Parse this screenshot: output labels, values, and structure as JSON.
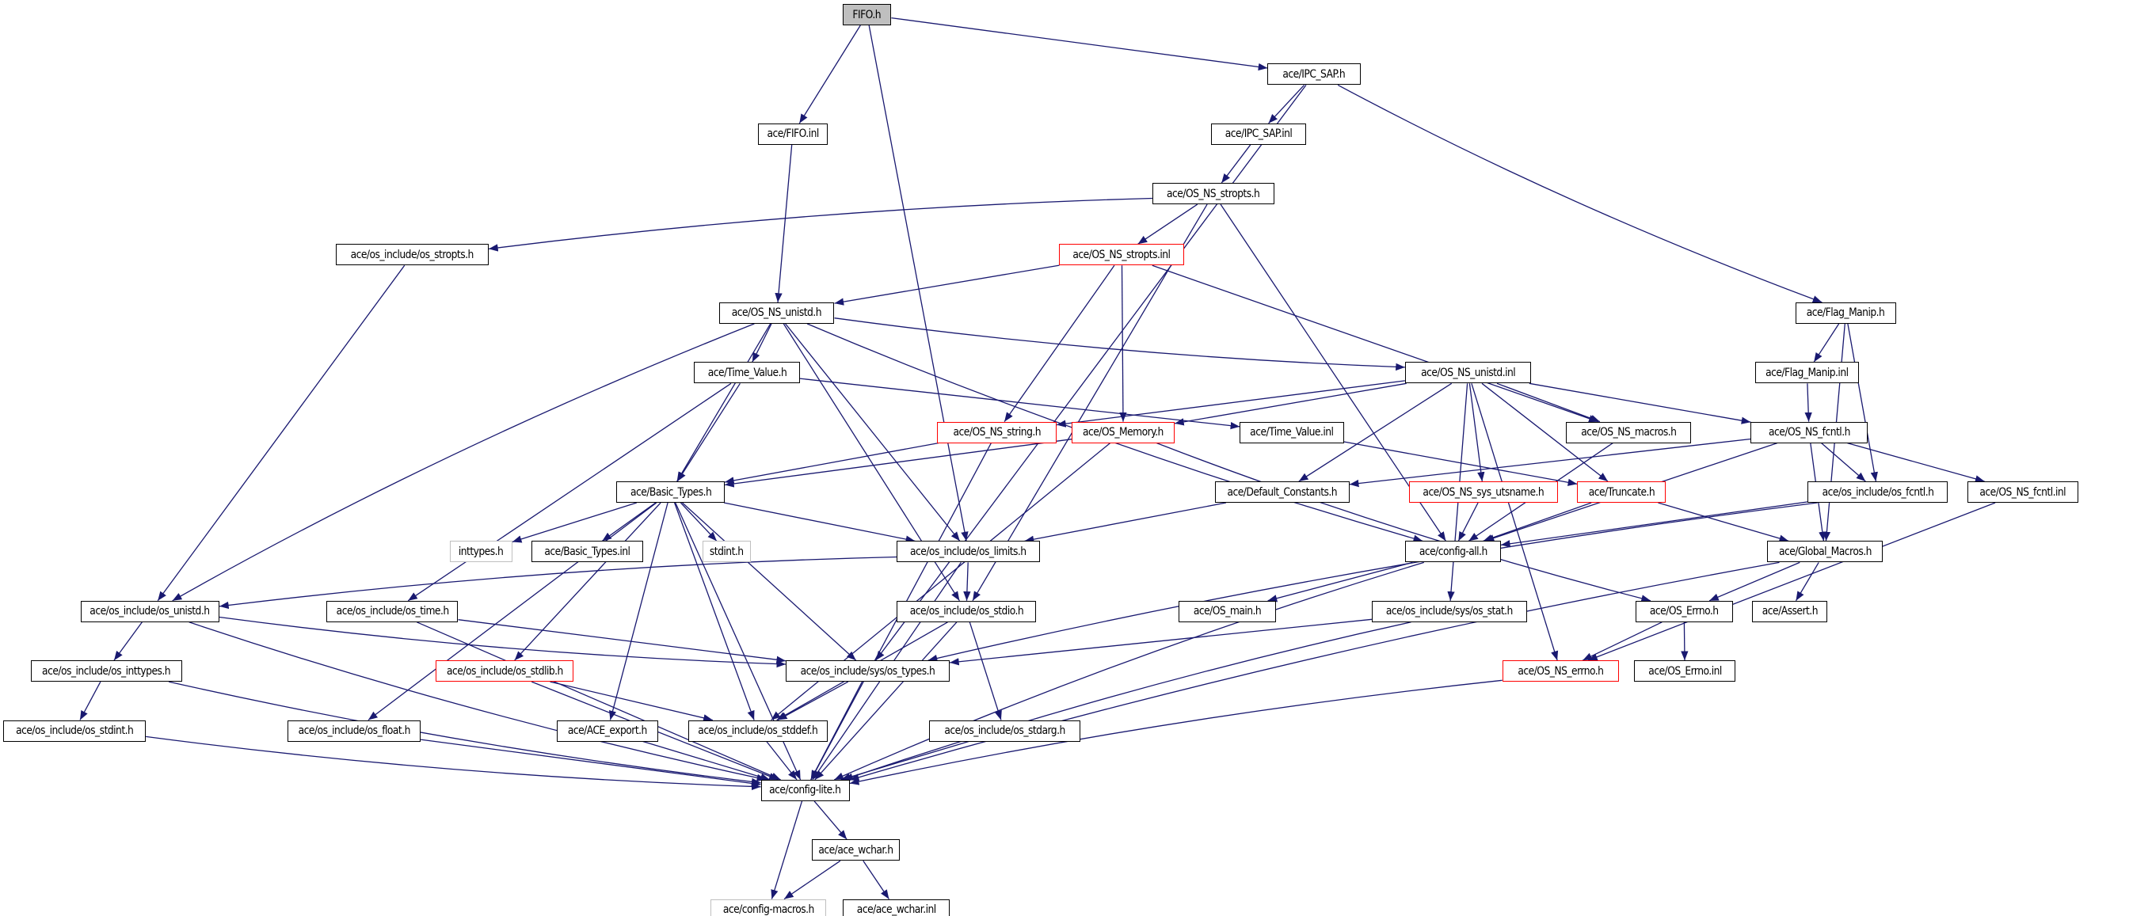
{
  "title": "FIFO.h include dependency graph",
  "colors": {
    "edge": "#191970",
    "normal_border": "#000000",
    "undocumented_border": "#ff0000",
    "external_border": "#bfbfbf",
    "root_fill": "#bfbfbf"
  },
  "nodes": [
    {
      "id": "fifo_h",
      "label": "FIFO.h",
      "kind": "root"
    },
    {
      "id": "ipc_sap_h",
      "label": "ace/IPC_SAP.h",
      "kind": "normal"
    },
    {
      "id": "fifo_inl",
      "label": "ace/FIFO.inl",
      "kind": "normal"
    },
    {
      "id": "ipc_sap_inl",
      "label": "ace/IPC_SAP.inl",
      "kind": "normal"
    },
    {
      "id": "os_ns_stropts_h",
      "label": "ace/OS_NS_stropts.h",
      "kind": "normal"
    },
    {
      "id": "os_stropts_h",
      "label": "ace/os_include/os_stropts.h",
      "kind": "normal"
    },
    {
      "id": "os_ns_stropts_inl",
      "label": "ace/OS_NS_stropts.inl",
      "kind": "red"
    },
    {
      "id": "os_ns_unistd_h",
      "label": "ace/OS_NS_unistd.h",
      "kind": "normal"
    },
    {
      "id": "flag_manip_h",
      "label": "ace/Flag_Manip.h",
      "kind": "normal"
    },
    {
      "id": "time_value_h",
      "label": "ace/Time_Value.h",
      "kind": "normal"
    },
    {
      "id": "os_ns_unistd_inl",
      "label": "ace/OS_NS_unistd.inl",
      "kind": "normal"
    },
    {
      "id": "flag_manip_inl",
      "label": "ace/Flag_Manip.inl",
      "kind": "normal"
    },
    {
      "id": "os_ns_string_h",
      "label": "ace/OS_NS_string.h",
      "kind": "red"
    },
    {
      "id": "os_memory_h",
      "label": "ace/OS_Memory.h",
      "kind": "red"
    },
    {
      "id": "time_value_inl",
      "label": "ace/Time_Value.inl",
      "kind": "normal"
    },
    {
      "id": "os_ns_macros_h",
      "label": "ace/OS_NS_macros.h",
      "kind": "normal"
    },
    {
      "id": "os_ns_fcntl_h",
      "label": "ace/OS_NS_fcntl.h",
      "kind": "normal"
    },
    {
      "id": "basic_types_h",
      "label": "ace/Basic_Types.h",
      "kind": "normal"
    },
    {
      "id": "default_constants_h",
      "label": "ace/Default_Constants.h",
      "kind": "normal"
    },
    {
      "id": "os_ns_sys_utsname_h",
      "label": "ace/OS_NS_sys_utsname.h",
      "kind": "red"
    },
    {
      "id": "truncate_h",
      "label": "ace/Truncate.h",
      "kind": "red"
    },
    {
      "id": "os_fcntl_h",
      "label": "ace/os_include/os_fcntl.h",
      "kind": "normal"
    },
    {
      "id": "os_ns_fcntl_inl",
      "label": "ace/OS_NS_fcntl.inl",
      "kind": "normal"
    },
    {
      "id": "inttypes_h",
      "label": "inttypes.h",
      "kind": "gray"
    },
    {
      "id": "basic_types_inl",
      "label": "ace/Basic_Types.inl",
      "kind": "normal"
    },
    {
      "id": "stdint_h",
      "label": "stdint.h",
      "kind": "gray"
    },
    {
      "id": "os_limits_h",
      "label": "ace/os_include/os_limits.h",
      "kind": "normal"
    },
    {
      "id": "config_all_h",
      "label": "ace/config-all.h",
      "kind": "normal"
    },
    {
      "id": "global_macros_h",
      "label": "ace/Global_Macros.h",
      "kind": "normal"
    },
    {
      "id": "os_unistd_h",
      "label": "ace/os_include/os_unistd.h",
      "kind": "normal"
    },
    {
      "id": "os_time_h",
      "label": "ace/os_include/os_time.h",
      "kind": "normal"
    },
    {
      "id": "os_stdio_h",
      "label": "ace/os_include/os_stdio.h",
      "kind": "normal"
    },
    {
      "id": "os_main_h",
      "label": "ace/OS_main.h",
      "kind": "normal"
    },
    {
      "id": "os_stat_h",
      "label": "ace/os_include/sys/os_stat.h",
      "kind": "normal"
    },
    {
      "id": "os_errno_h",
      "label": "ace/OS_Errno.h",
      "kind": "normal"
    },
    {
      "id": "assert_h",
      "label": "ace/Assert.h",
      "kind": "normal"
    },
    {
      "id": "os_inttypes_h",
      "label": "ace/os_include/os_inttypes.h",
      "kind": "normal"
    },
    {
      "id": "os_stdlib_h",
      "label": "ace/os_include/os_stdlib.h",
      "kind": "red"
    },
    {
      "id": "os_types_h",
      "label": "ace/os_include/sys/os_types.h",
      "kind": "normal"
    },
    {
      "id": "os_ns_errno_h",
      "label": "ace/OS_NS_errno.h",
      "kind": "red"
    },
    {
      "id": "os_errno_inl",
      "label": "ace/OS_Errno.inl",
      "kind": "normal"
    },
    {
      "id": "os_stdint_h",
      "label": "ace/os_include/os_stdint.h",
      "kind": "normal"
    },
    {
      "id": "os_float_h",
      "label": "ace/os_include/os_float.h",
      "kind": "normal"
    },
    {
      "id": "ace_export_h",
      "label": "ace/ACE_export.h",
      "kind": "normal"
    },
    {
      "id": "os_stddef_h",
      "label": "ace/os_include/os_stddef.h",
      "kind": "normal"
    },
    {
      "id": "os_stdarg_h",
      "label": "ace/os_include/os_stdarg.h",
      "kind": "normal"
    },
    {
      "id": "config_lite_h",
      "label": "ace/config-lite.h",
      "kind": "normal"
    },
    {
      "id": "ace_wchar_h",
      "label": "ace/ace_wchar.h",
      "kind": "normal"
    },
    {
      "id": "config_macros_h",
      "label": "ace/config-macros.h",
      "kind": "gray"
    },
    {
      "id": "ace_wchar_inl",
      "label": "ace/ace_wchar.inl",
      "kind": "normal"
    }
  ],
  "edges": [
    [
      "fifo_h",
      "ipc_sap_h"
    ],
    [
      "fifo_h",
      "fifo_inl"
    ],
    [
      "fifo_h",
      "os_limits_h"
    ],
    [
      "ipc_sap_h",
      "ipc_sap_inl"
    ],
    [
      "ipc_sap_h",
      "flag_manip_h"
    ],
    [
      "ipc_sap_h",
      "os_types_h"
    ],
    [
      "fifo_inl",
      "os_ns_unistd_h"
    ],
    [
      "ipc_sap_inl",
      "os_ns_stropts_h"
    ],
    [
      "os_ns_stropts_h",
      "os_stropts_h"
    ],
    [
      "os_ns_stropts_h",
      "os_ns_stropts_inl"
    ],
    [
      "os_ns_stropts_h",
      "config_all_h"
    ],
    [
      "os_ns_stropts_h",
      "os_stdio_h"
    ],
    [
      "os_stropts_h",
      "os_unistd_h"
    ],
    [
      "os_ns_stropts_inl",
      "os_ns_unistd_h"
    ],
    [
      "os_ns_stropts_inl",
      "os_ns_string_h"
    ],
    [
      "os_ns_stropts_inl",
      "os_memory_h"
    ],
    [
      "os_ns_stropts_inl",
      "os_ns_macros_h"
    ],
    [
      "os_ns_unistd_h",
      "time_value_h"
    ],
    [
      "os_ns_unistd_h",
      "basic_types_h"
    ],
    [
      "os_ns_unistd_h",
      "os_unistd_h"
    ],
    [
      "os_ns_unistd_h",
      "os_ns_unistd_inl"
    ],
    [
      "os_ns_unistd_h",
      "os_limits_h"
    ],
    [
      "os_ns_unistd_h",
      "os_stdio_h"
    ],
    [
      "os_ns_unistd_h",
      "config_all_h"
    ],
    [
      "time_value_h",
      "basic_types_h"
    ],
    [
      "time_value_h",
      "time_value_inl"
    ],
    [
      "time_value_h",
      "os_time_h"
    ],
    [
      "os_ns_unistd_inl",
      "os_ns_string_h"
    ],
    [
      "os_ns_unistd_inl",
      "os_memory_h"
    ],
    [
      "os_ns_unistd_inl",
      "os_ns_macros_h"
    ],
    [
      "os_ns_unistd_inl",
      "os_ns_fcntl_h"
    ],
    [
      "os_ns_unistd_inl",
      "default_constants_h"
    ],
    [
      "os_ns_unistd_inl",
      "os_ns_sys_utsname_h"
    ],
    [
      "os_ns_unistd_inl",
      "truncate_h"
    ],
    [
      "os_ns_unistd_inl",
      "os_ns_errno_h"
    ],
    [
      "os_ns_unistd_inl",
      "os_stat_h"
    ],
    [
      "flag_manip_h",
      "flag_manip_inl"
    ],
    [
      "flag_manip_h",
      "os_fcntl_h"
    ],
    [
      "flag_manip_h",
      "global_macros_h"
    ],
    [
      "flag_manip_inl",
      "os_ns_fcntl_h"
    ],
    [
      "os_ns_string_h",
      "basic_types_h"
    ],
    [
      "os_ns_string_h",
      "config_lite_h"
    ],
    [
      "os_memory_h",
      "basic_types_h"
    ],
    [
      "os_memory_h",
      "os_stddef_h"
    ],
    [
      "os_memory_h",
      "os_errno_h"
    ],
    [
      "time_value_inl",
      "truncate_h"
    ],
    [
      "os_ns_macros_h",
      "config_all_h"
    ],
    [
      "os_ns_fcntl_h",
      "default_constants_h"
    ],
    [
      "os_ns_fcntl_h",
      "os_fcntl_h"
    ],
    [
      "os_ns_fcntl_h",
      "os_ns_fcntl_inl"
    ],
    [
      "os_ns_fcntl_h",
      "global_macros_h"
    ],
    [
      "os_ns_fcntl_h",
      "config_all_h"
    ],
    [
      "basic_types_h",
      "inttypes_h"
    ],
    [
      "basic_types_h",
      "basic_types_inl"
    ],
    [
      "basic_types_h",
      "stdint_h"
    ],
    [
      "basic_types_h",
      "os_limits_h"
    ],
    [
      "basic_types_h",
      "config_lite_h"
    ],
    [
      "basic_types_h",
      "os_types_h"
    ],
    [
      "basic_types_h",
      "os_stddef_h"
    ],
    [
      "basic_types_h",
      "os_float_h"
    ],
    [
      "basic_types_h",
      "os_stdlib_h"
    ],
    [
      "basic_types_h",
      "ace_export_h"
    ],
    [
      "default_constants_h",
      "os_limits_h"
    ],
    [
      "os_ns_sys_utsname_h",
      "config_all_h"
    ],
    [
      "truncate_h",
      "config_all_h"
    ],
    [
      "truncate_h",
      "global_macros_h"
    ],
    [
      "os_fcntl_h",
      "config_all_h"
    ],
    [
      "os_fcntl_h",
      "os_types_h"
    ],
    [
      "os_ns_fcntl_inl",
      "os_ns_errno_h"
    ],
    [
      "os_limits_h",
      "os_unistd_h"
    ],
    [
      "os_limits_h",
      "os_stdio_h"
    ],
    [
      "os_limits_h",
      "config_lite_h"
    ],
    [
      "config_all_h",
      "os_main_h"
    ],
    [
      "config_all_h",
      "config_lite_h"
    ],
    [
      "global_macros_h",
      "os_errno_h"
    ],
    [
      "global_macros_h",
      "assert_h"
    ],
    [
      "global_macros_h",
      "config_lite_h"
    ],
    [
      "os_unistd_h",
      "os_inttypes_h"
    ],
    [
      "os_unistd_h",
      "os_types_h"
    ],
    [
      "os_unistd_h",
      "config_lite_h"
    ],
    [
      "os_time_h",
      "os_types_h"
    ],
    [
      "os_time_h",
      "config_lite_h"
    ],
    [
      "os_stdio_h",
      "os_stddef_h"
    ],
    [
      "os_stdio_h",
      "os_stdarg_h"
    ],
    [
      "os_stdio_h",
      "config_lite_h"
    ],
    [
      "os_stat_h",
      "os_types_h"
    ],
    [
      "os_stat_h",
      "config_lite_h"
    ],
    [
      "os_errno_h",
      "os_ns_errno_h"
    ],
    [
      "os_errno_h",
      "os_errno_inl"
    ],
    [
      "os_inttypes_h",
      "os_stdint_h"
    ],
    [
      "os_inttypes_h",
      "config_lite_h"
    ],
    [
      "os_stdlib_h",
      "os_stddef_h"
    ],
    [
      "os_stdlib_h",
      "config_lite_h"
    ],
    [
      "os_types_h",
      "os_stddef_h"
    ],
    [
      "os_types_h",
      "config_lite_h"
    ],
    [
      "os_ns_errno_h",
      "config_lite_h"
    ],
    [
      "os_stdint_h",
      "config_lite_h"
    ],
    [
      "os_float_h",
      "config_lite_h"
    ],
    [
      "ace_export_h",
      "config_lite_h"
    ],
    [
      "os_stddef_h",
      "config_lite_h"
    ],
    [
      "os_stdarg_h",
      "config_lite_h"
    ],
    [
      "config_lite_h",
      "ace_wchar_h"
    ],
    [
      "config_lite_h",
      "config_macros_h"
    ],
    [
      "ace_wchar_h",
      "config_macros_h"
    ],
    [
      "ace_wchar_h",
      "ace_wchar_inl"
    ]
  ]
}
